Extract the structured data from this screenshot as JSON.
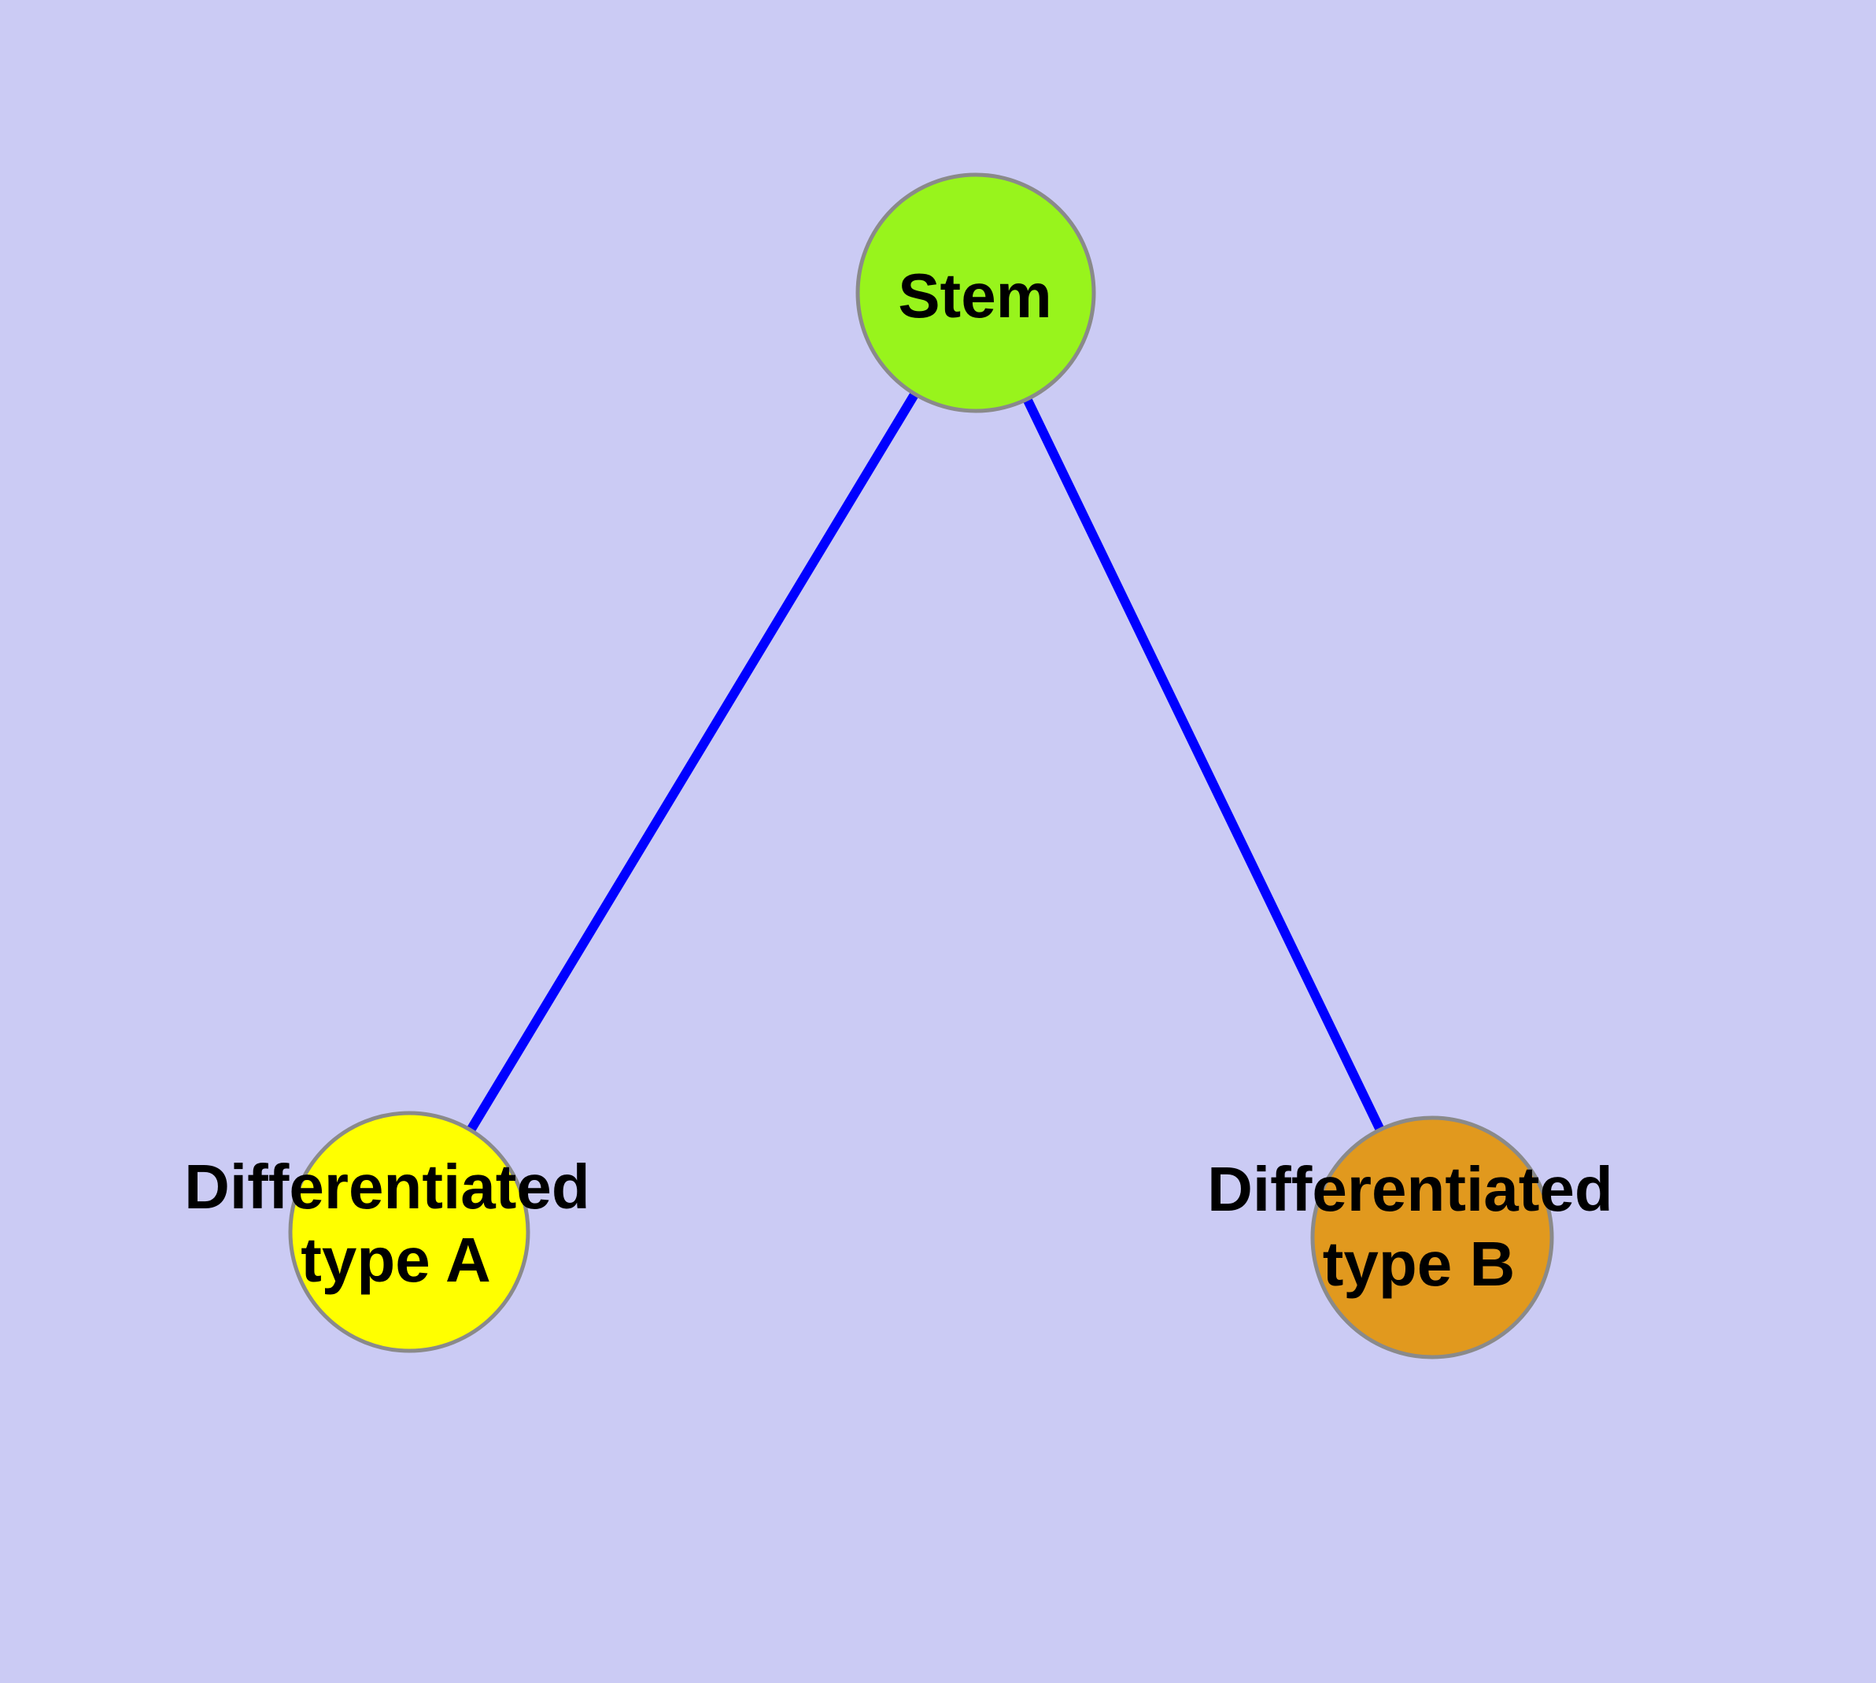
{
  "diagram": {
    "title": "",
    "background_color": "#CBCBF4",
    "edge_color": "#0000FF",
    "node_border_color": "#8A8A8A",
    "text_color": "#000000",
    "nodes": {
      "stem": {
        "label": "Stem",
        "lines": [
          "Stem"
        ],
        "color": "#98F41C"
      },
      "type_a": {
        "label": "Differentiated type A",
        "lines": [
          "Differentiated",
          "type A"
        ],
        "color": "#FFFF00"
      },
      "type_b": {
        "label": "Differentiated type B",
        "lines": [
          "Differentiated",
          "type B"
        ],
        "color": "#E1991E"
      }
    },
    "edges": [
      {
        "from": "stem",
        "to": "type_a"
      },
      {
        "from": "stem",
        "to": "type_b"
      }
    ]
  }
}
